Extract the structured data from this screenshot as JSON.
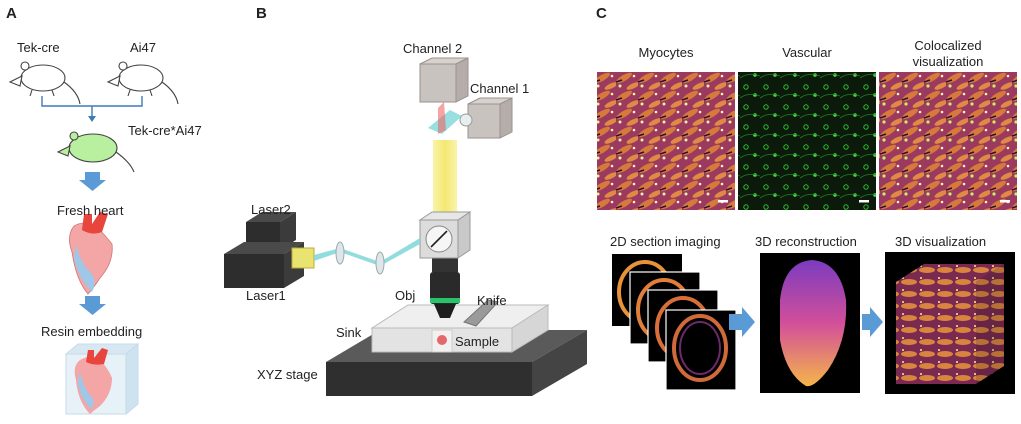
{
  "panels": {
    "a": {
      "label": "A",
      "mouse1": "Tek-cre",
      "mouse2": "Ai47",
      "cross": "Tek-cre*Ai47",
      "step1": "Fresh heart",
      "step2": "Resin embedding"
    },
    "b": {
      "label": "B",
      "channel2": "Channel 2",
      "channel1": "Channel 1",
      "laser2": "Laser2",
      "laser1": "Laser1",
      "obj": "Obj",
      "knife": "Knife",
      "sink": "Sink",
      "sample": "Sample",
      "stage": "XYZ stage"
    },
    "c": {
      "label": "C",
      "img1": "Myocytes",
      "img2": "Vascular",
      "img3_line1": "Colocalized",
      "img3_line2": "visualization",
      "step1": "2D section imaging",
      "step2": "3D reconstruction",
      "step3": "3D visualization"
    }
  },
  "colors": {
    "arrow": "#5b9bd5",
    "green_mouse": "#b8f0a0",
    "heart_red": "#e8453c",
    "heart_pink": "#f4a6a6",
    "heart_blue": "#9ec7e8",
    "stage_dark": "#3a3a3a",
    "sink": "#dcdcdc",
    "module_gray": "#c9c3c0",
    "laser_body": "#2d2d2d",
    "beam_yellow": "#f6ef9a",
    "beam_cyan": "#7fd6d8",
    "myocyte_bg": "#9b3a5e",
    "vascular_bg": "#0b1a0b",
    "vascular_fg": "#36d336"
  }
}
